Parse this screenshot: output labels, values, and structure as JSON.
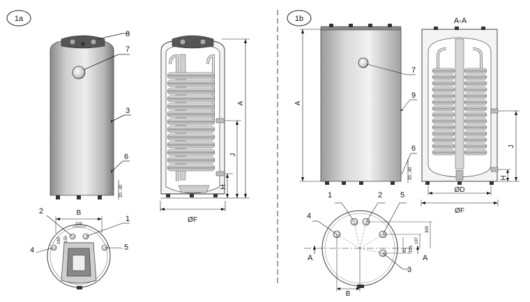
{
  "panels": {
    "a": {
      "tag": "1a"
    },
    "b": {
      "tag": "1b"
    }
  },
  "labels": {
    "n1": "1",
    "n2": "2",
    "n3": "3",
    "n4": "4",
    "n5": "5",
    "n6": "6",
    "n7": "7",
    "n8": "8",
    "n9": "9",
    "dim_A": "A",
    "dim_B": "B",
    "dim_H": "H",
    "dim_J": "J",
    "dim_F": "ØF",
    "dim_D": "ØD",
    "section": "A-A",
    "section_A": "A",
    "d20_40": "20...40",
    "d100": "100",
    "d160": "160",
    "d150": "150",
    "d300": "300",
    "d197": "197",
    "d195": "195",
    "d83": "83"
  }
}
